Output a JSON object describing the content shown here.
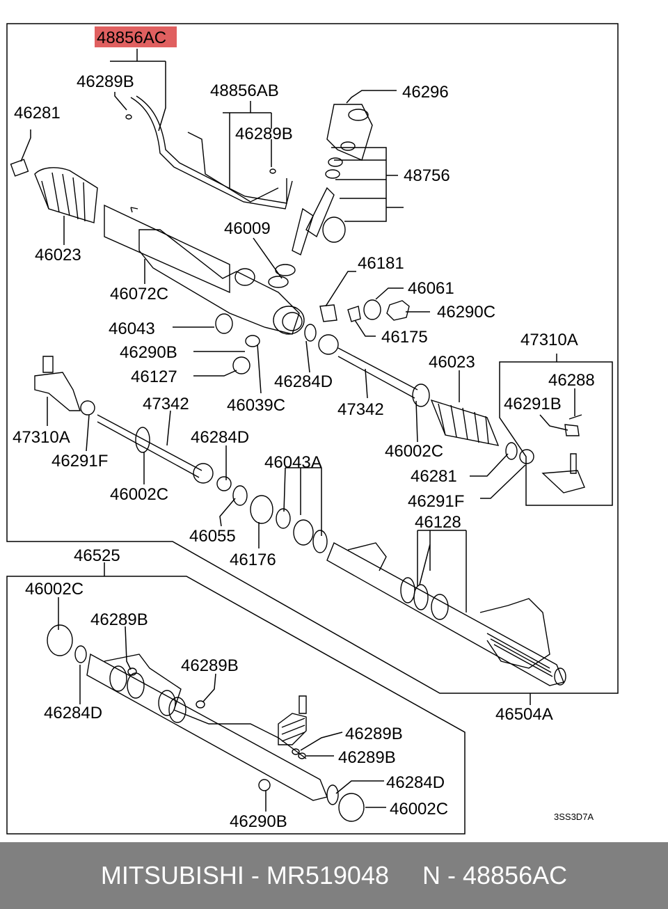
{
  "diagram": {
    "highlight_color": "#e06060",
    "part_labels": {
      "p48856AC": "48856AC",
      "p46289B_a": "46289B",
      "p48856AB": "48856AB",
      "p46296": "46296",
      "p46281_a": "46281",
      "p46289B_b": "46289B",
      "p48756": "48756",
      "p46023_a": "46023",
      "p46009": "46009",
      "p46181": "46181",
      "p46072C": "46072C",
      "p46061": "46061",
      "p46290C": "46290C",
      "p46043": "46043",
      "p46175": "46175",
      "p46290B_a": "46290B",
      "p47310A_a": "47310A",
      "p46127": "46127",
      "p46284D_a": "46284D",
      "p46023_b": "46023",
      "p46288": "46288",
      "p47342_a": "47342",
      "p46039C": "46039C",
      "p47342_b": "47342",
      "p46291B": "46291B",
      "p47310A_b": "47310A",
      "p46284D_b": "46284D",
      "p46002C_a": "46002C",
      "p46291F_a": "46291F",
      "p46043A": "46043A",
      "p46281_b": "46281",
      "p46002C_b": "46002C",
      "p46291F_b": "46291F",
      "p46128": "46128",
      "p46055": "46055",
      "p46176": "46176",
      "p46525": "46525",
      "p46002C_c": "46002C",
      "p46289B_c": "46289B",
      "p46289B_d": "46289B",
      "p46284D_c": "46284D",
      "p46504A": "46504A",
      "p46289B_e": "46289B",
      "p46289B_f": "46289B",
      "p46284D_d": "46284D",
      "p46002C_d": "46002C",
      "p46290B_b": "46290B",
      "code": "3SS3D7A"
    }
  },
  "footer": {
    "brand_part": "MITSUBISHI - MR519048",
    "ref": "N - 48856AC"
  }
}
